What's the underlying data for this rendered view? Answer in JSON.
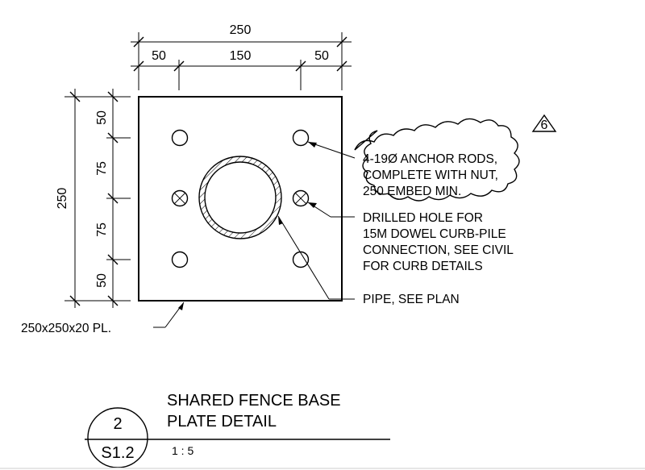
{
  "dimensions": {
    "overall_width": "250",
    "left_edge": "50",
    "middle": "150",
    "right_edge": "50",
    "overall_height": "250",
    "vertical_segments": [
      "50",
      "75",
      "75",
      "50"
    ]
  },
  "notes": {
    "revision_tag": "6",
    "anchor_rods": [
      "4-19Ø ANCHOR RODS,",
      "COMPLETE WITH NUT,",
      "250 EMBED MIN."
    ],
    "drilled_hole": [
      "DRILLED HOLE FOR",
      "15M DOWEL CURB-PILE",
      "CONNECTION, SEE CIVIL",
      "FOR CURB DETAILS"
    ],
    "pipe": "PIPE, SEE PLAN",
    "plate": "250x250x20 PL."
  },
  "title_block": {
    "detail_number": "2",
    "sheet": "S1.2",
    "title_line1": "SHARED FENCE BASE",
    "title_line2": "PLATE DETAIL",
    "scale": "1 : 5"
  }
}
